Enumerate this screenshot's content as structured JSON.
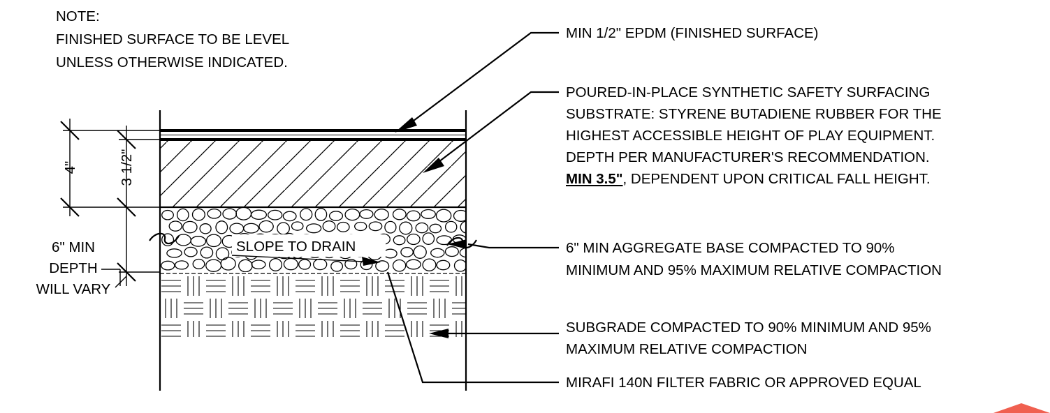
{
  "note": {
    "title": "NOTE:",
    "line1": "FINISHED SURFACE TO BE LEVEL",
    "line2": "UNLESS OTHERWISE INDICATED."
  },
  "dimensions": {
    "total_surfacing": "4\"",
    "substrate": "3 1/2\"",
    "base_line1": "6\" MIN",
    "base_line2": "DEPTH",
    "base_line3": "WILL VARY"
  },
  "slope_label": "SLOPE TO DRAIN",
  "callouts": {
    "epdm": "MIN 1/2\" EPDM (FINISHED SURFACE)",
    "substrate_line1": "POURED-IN-PLACE SYNTHETIC SAFETY SURFACING",
    "substrate_line2": "SUBSTRATE: STYRENE BUTADIENE RUBBER FOR THE",
    "substrate_line3": "HIGHEST ACCESSIBLE HEIGHT OF PLAY EQUIPMENT.",
    "substrate_line4": "DEPTH PER MANUFACTURER'S RECOMMENDATION.",
    "substrate_line5_bold": "MIN 3.5\"",
    "substrate_line5_rest": ",  DEPENDENT UPON CRITICAL FALL HEIGHT.",
    "aggregate_line1": "6\" MIN AGGREGATE BASE COMPACTED  TO 90%",
    "aggregate_line2": "MINIMUM AND 95% MAXIMUM RELATIVE COMPACTION",
    "subgrade_line1": "SUBGRADE COMPACTED TO 90% MINIMUM AND 95%",
    "subgrade_line2": "MAXIMUM RELATIVE COMPACTION",
    "fabric": "MIRAFI 140N FILTER FABRIC OR APPROVED EQUAL"
  },
  "colors": {
    "linework": "#000000",
    "corner_mark": "#f06050"
  }
}
